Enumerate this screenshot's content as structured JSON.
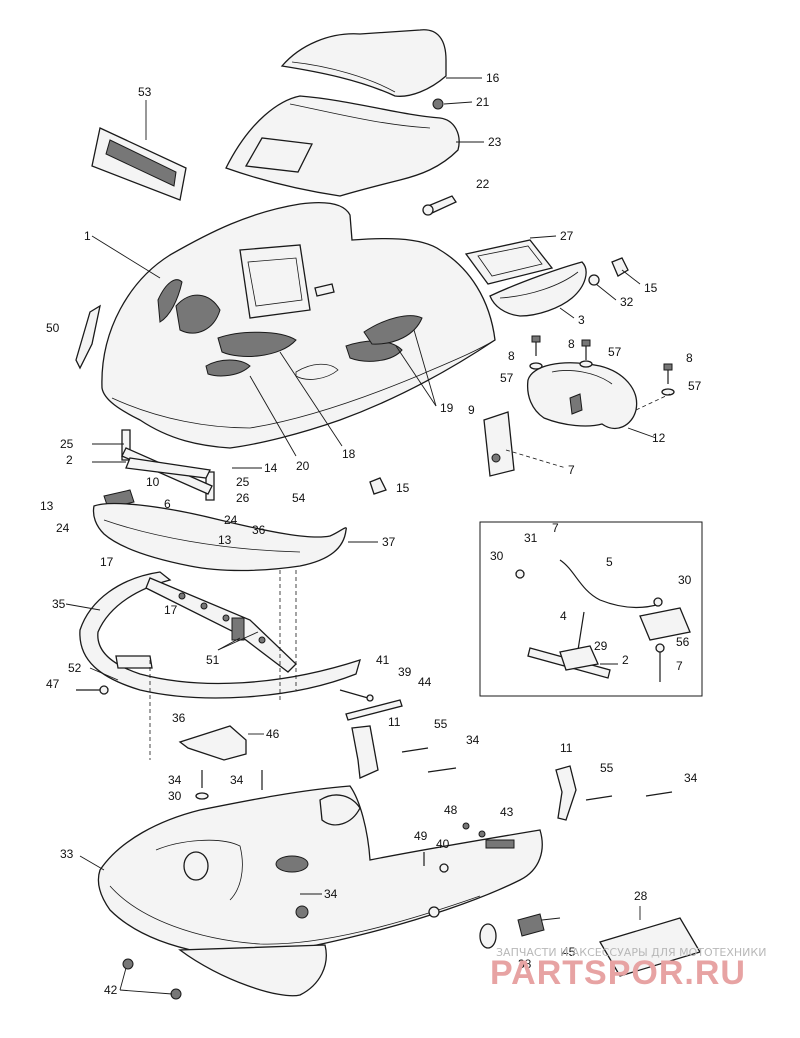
{
  "callouts": [
    "1",
    "2",
    "3",
    "4",
    "5",
    "6",
    "7",
    "8",
    "9",
    "10",
    "11",
    "12",
    "13",
    "14",
    "15",
    "16",
    "17",
    "18",
    "19",
    "20",
    "21",
    "22",
    "23",
    "24",
    "25",
    "26",
    "27",
    "28",
    "29",
    "30",
    "31",
    "32",
    "33",
    "34",
    "35",
    "36",
    "37",
    "38",
    "39",
    "40",
    "41",
    "42",
    "43",
    "44",
    "45",
    "46",
    "47",
    "48",
    "49",
    "50",
    "51",
    "52",
    "53",
    "54",
    "55",
    "56",
    "57"
  ],
  "watermark": {
    "caption": "ЗАПЧАСТИ И АКСЕССУАРЫ ДЛЯ МОТОТЕХНИКИ",
    "brand": "PARTSPOR.RU",
    "color": "#e7a3a3"
  }
}
